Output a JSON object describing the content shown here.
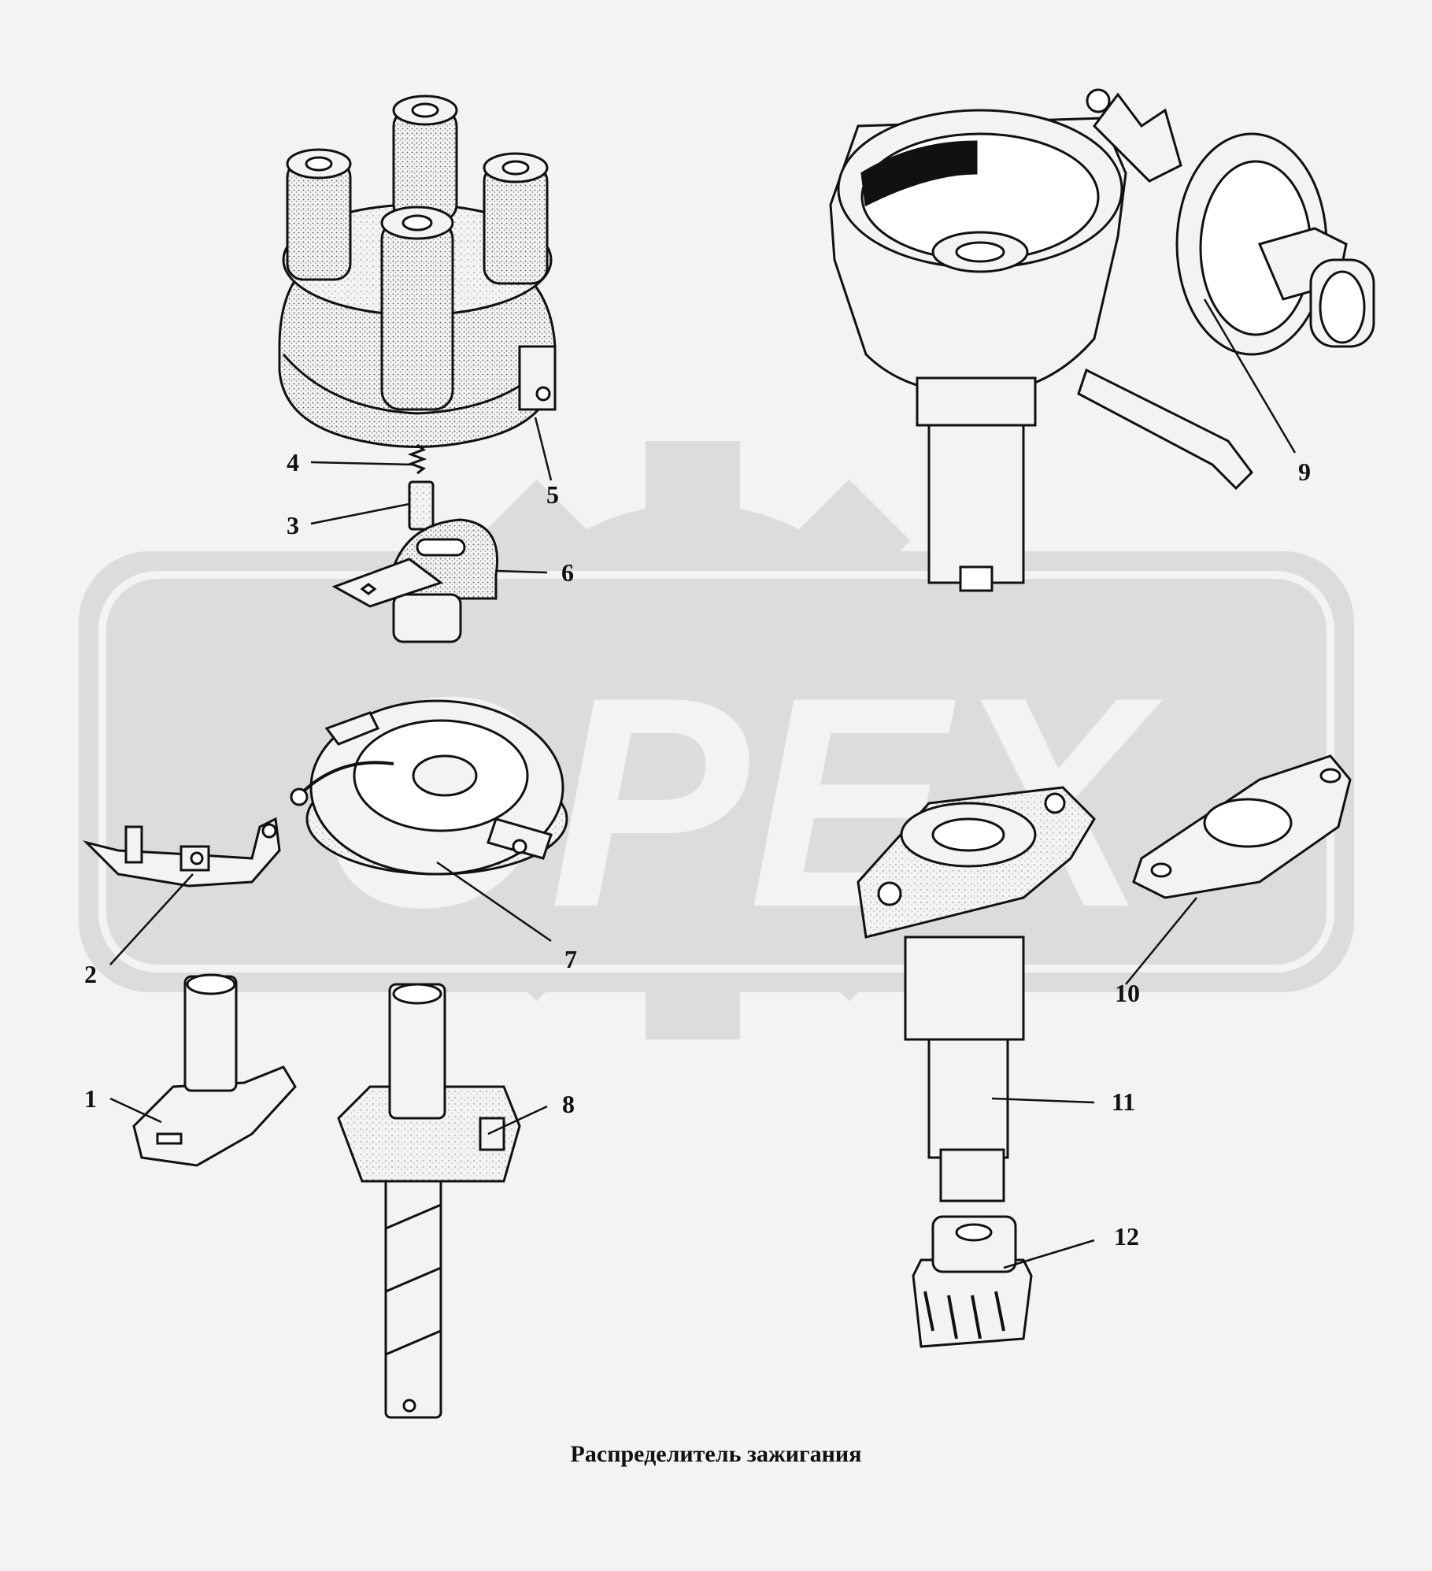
{
  "watermark": {
    "text": "OPEX",
    "color": "#dcdcdc"
  },
  "callouts": [
    {
      "id": "1",
      "label": "1"
    },
    {
      "id": "2",
      "label": "2"
    },
    {
      "id": "3",
      "label": "3"
    },
    {
      "id": "4",
      "label": "4"
    },
    {
      "id": "5",
      "label": "5"
    },
    {
      "id": "6",
      "label": "6"
    },
    {
      "id": "7",
      "label": "7"
    },
    {
      "id": "8",
      "label": "8"
    },
    {
      "id": "9",
      "label": "9"
    },
    {
      "id": "10",
      "label": "10"
    },
    {
      "id": "11",
      "label": "11"
    },
    {
      "id": "12",
      "label": "12"
    }
  ],
  "caption": "Распределитель зажигания",
  "colors": {
    "ink": "#111111",
    "paper": "#f3f3f3",
    "stipple": "#9a9a9a",
    "watermark": "#dcdcdc"
  }
}
